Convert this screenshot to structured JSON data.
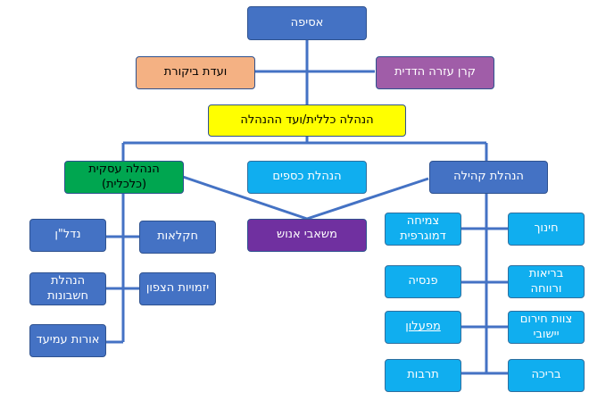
{
  "colors": {
    "line": "#4472c4",
    "box_border": "#2f528f",
    "blue": "#4472c4",
    "light_blue": "#10aeef",
    "salmon": "#f4b183",
    "mauve": "#a05da8",
    "yellow": "#ffff00",
    "green": "#00a650",
    "purple": "#7030a0"
  },
  "nodes": {
    "asifa": "אסיפה",
    "audit": "ועדת ביקורת",
    "mutual_aid": "קרן עזרה הדדית",
    "management": "הנהלה כללית/ועד ההנהלה",
    "business": "הנהלה עסקית (כלכלית)",
    "finance": "הנהלת כספים",
    "community": "הנהלת קהילה",
    "hr": "משאבי אנוש",
    "realestate": "נדל\"ן",
    "agriculture": "חקלאות",
    "accounting": "הנהלת חשבונות",
    "ventures": "יזמויות הצפון",
    "orot": "אורות עמיעד",
    "growth": "צמיחה דמוגרפית",
    "education": "חינוך",
    "pension": "פנסיה",
    "health": "בריאות ורווחה",
    "factory": "מפעלון",
    "emergency": "צוות חירום יישובי",
    "culture": "תרבות",
    "pool": "בריכה"
  }
}
